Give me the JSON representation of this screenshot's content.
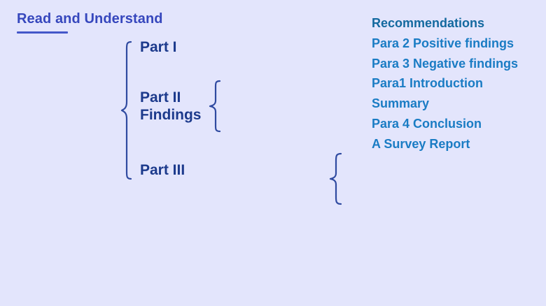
{
  "slide": {
    "background_color": "#e3e5fc",
    "title": "Read and Understand",
    "title_color": "#3647bd",
    "underline_color": "#4457c9"
  },
  "outline": {
    "part_color": "#1c3a8c",
    "brace_color": "#2f4aa0",
    "parts": [
      {
        "id": "part-1",
        "label": "Part I"
      },
      {
        "id": "part-2",
        "label_line_1": "Part II",
        "label_line_2": "Findings"
      },
      {
        "id": "part-3",
        "label": "Part III"
      }
    ],
    "braces": [
      {
        "name": "main-brace",
        "spans": "Part I to Part III"
      },
      {
        "name": "middle-brace",
        "spans": "Part II Findings"
      },
      {
        "name": "right-brace",
        "spans": "unlabeled group"
      }
    ]
  },
  "sections": {
    "item_color": "#1a7cc4",
    "accent_color": "#13699f",
    "items": [
      {
        "label": "Recommendations",
        "accent": true
      },
      {
        "label": "Para 2 Positive findings",
        "accent": false
      },
      {
        "label": "Para 3 Negative findings",
        "accent": false
      },
      {
        "label": "Para1 Introduction",
        "accent": false
      },
      {
        "label": "Summary",
        "accent": false
      },
      {
        "label": "Para 4 Conclusion",
        "accent": false
      },
      {
        "label": "A Survey Report",
        "accent": false
      }
    ]
  }
}
